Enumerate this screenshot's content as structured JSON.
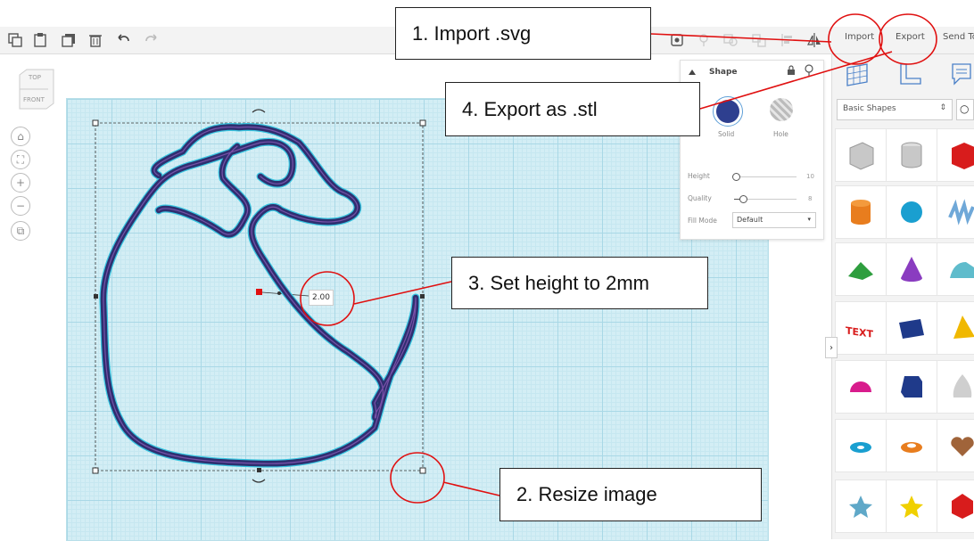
{
  "toolbar": {
    "icons": [
      "copy-icon",
      "paste-icon",
      "duplicate-icon",
      "trash-icon",
      "undo-icon",
      "redo-icon"
    ],
    "right_tabs": {
      "import_label": "Import",
      "export_label": "Export",
      "send_label": "Send To"
    }
  },
  "viewcube": {
    "top_label": "TOP",
    "front_label": "FRONT"
  },
  "shape_panel": {
    "title": "Shape",
    "solid_label": "Solid",
    "hole_label": "Hole",
    "height_label": "Height",
    "height_value": "10",
    "quality_label": "Quality",
    "quality_value": "8",
    "fill_mode_label": "Fill Mode",
    "fill_mode_value": "Default",
    "solid_color": "#2e3f8f"
  },
  "sidebar": {
    "category_select": "Basic Shapes"
  },
  "workplane": {
    "dimension_value": "2.00"
  },
  "callouts": {
    "import_step": "1. Import .svg",
    "resize_step": "2. Resize image",
    "height_step": "3. Set height to 2mm",
    "export_step": "4. Export as .stl"
  },
  "colors": {
    "annotation_red": "#e01010",
    "grid_blue": "#d3eef5",
    "outline_navy": "#2e3070"
  }
}
